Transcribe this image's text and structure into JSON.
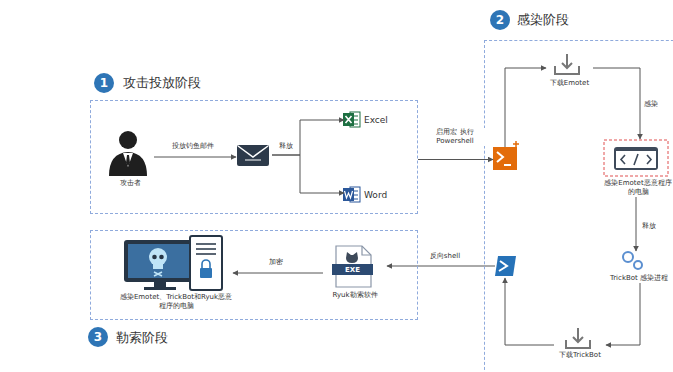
{
  "diagram": {
    "nodes": [
      {
        "text": [
          "攻击投放阶段"
        ]
      },
      {
        "text": [
          "攻击者"
        ],
        "in": 0
      },
      {
        "text": [],
        "in": 0
      },
      {
        "text": [
          "Excel"
        ],
        "in": 0
      },
      {
        "text": [
          "Word"
        ],
        "in": 0
      },
      {
        "text": [
          "感染阶段"
        ]
      },
      {
        "text": [],
        "in": 5
      },
      {
        "text": [
          "下载Emotet"
        ],
        "in": 5
      },
      {
        "text": [
          "感染Emotet恶意程序的电脑"
        ],
        "in": 5
      },
      {
        "text": [
          "TrickBot 感染进程"
        ],
        "in": 5
      },
      {
        "text": [
          "下载TrickBot"
        ],
        "in": 5
      },
      {
        "text": [],
        "in": 5
      },
      {
        "text": [
          "勒索阶段"
        ]
      },
      {
        "text": [
          "Ryuk勒索软件"
        ],
        "in": 12
      },
      {
        "text": [
          "感染Emotet、TrickBot和Ryuk恶意程序的电脑"
        ],
        "in": 12
      }
    ],
    "edges": [
      {
        "from": 1,
        "to": 2,
        "label": "投放钓鱼邮件",
        "arrow": "to"
      },
      {
        "from": 2,
        "to": 3,
        "label": "释放",
        "arrow": "to"
      },
      {
        "from": 2,
        "to": 4,
        "arrow": "to"
      },
      {
        "from": 0,
        "to": 6,
        "label": "启用宏 执行Powershell",
        "arrow": "to"
      },
      {
        "from": 6,
        "to": 7,
        "arrow": "to"
      },
      {
        "from": 7,
        "to": 8,
        "label": "感染",
        "arrow": "to"
      },
      {
        "from": 8,
        "to": 9,
        "label": "释放",
        "arrow": "to"
      },
      {
        "from": 9,
        "to": 10,
        "arrow": "to"
      },
      {
        "from": 10,
        "to": 11,
        "arrow": "to"
      },
      {
        "from": 11,
        "to": 13,
        "label": "反向shell",
        "arrow": "to"
      },
      {
        "from": 13,
        "to": 14,
        "label": "加密",
        "arrow": "to"
      }
    ],
    "labels": [
      "1",
      "2",
      "3",
      "EXE"
    ]
  }
}
